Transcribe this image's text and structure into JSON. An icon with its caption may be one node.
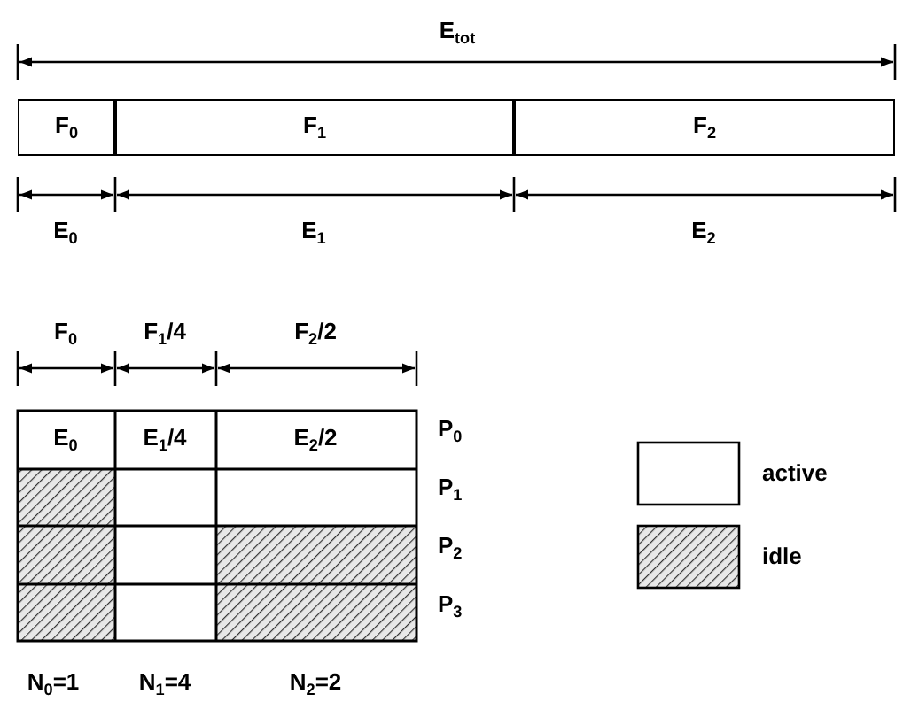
{
  "diagram": {
    "nodes": [
      {
        "text": [
          "F$_{0}$"
        ]
      },
      {
        "text": [
          "F$_{1}$"
        ]
      },
      {
        "text": [
          "F$_{2}$"
        ]
      }
    ],
    "edges": [],
    "labels": [
      "E$_{tot}$",
      "E$_{0}$",
      "E$_{1}$",
      "E$_{2}$",
      "F$_{0}$",
      "F$_{1}$/4",
      "F$_{2}$/2",
      "E$_{0}$",
      "E$_{1}$/4",
      "E$_{2}$/2",
      "P$_{0}$",
      "P$_{1}$",
      "P$_{2}$",
      "P$_{3}$",
      "N$_{0}$=1",
      "N$_{1}$=4",
      "N$_{2}$=2"
    ],
    "legend": [
      {
        "text": "active",
        "color": "#ffffff"
      },
      {
        "text": "idle"
      }
    ]
  }
}
